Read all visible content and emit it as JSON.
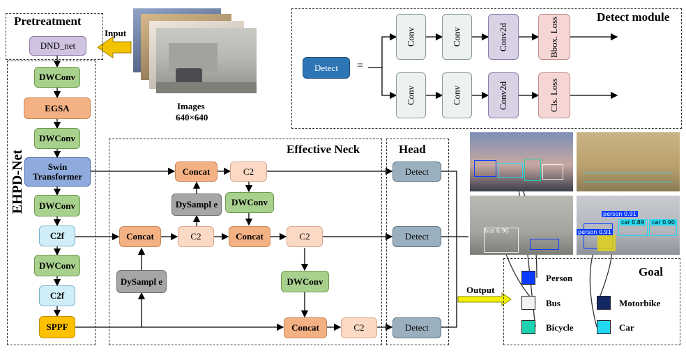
{
  "regions": {
    "pretreatment": "Pretreatment",
    "backbone": "EHPD-Net",
    "neck": "Effective Neck",
    "head": "Head",
    "detect_module": "Detect  module",
    "goal": "Goal"
  },
  "pretreatment": {
    "dnd_net": "DND_net",
    "input_label": "Input"
  },
  "images": {
    "caption": "Images",
    "size": "640×640"
  },
  "backbone": {
    "dwconv1": "DWConv",
    "egsa": "EGSA",
    "dwconv2": "DWConv",
    "swin": "Swin Transformer",
    "dwconv3": "DWConv",
    "c2f1": "C2f",
    "dwconv4": "DWConv",
    "c2f2": "C2f",
    "sppf": "SPPF"
  },
  "neck": {
    "concat_top": "Concat",
    "c2_top": "C2",
    "dysample_upper": "DySampl e",
    "dwconv_mid": "DWConv",
    "concat_left": "Concat",
    "c2_mid_left": "C2",
    "concat_mid": "Concat",
    "c2_mid_right": "C2",
    "dysample_lower": "DySampl e",
    "dwconv_lower": "DWConv",
    "concat_bottom": "Concat",
    "c2_bottom": "C2"
  },
  "head": {
    "detect1": "Detect",
    "detect2": "Detect",
    "detect3": "Detect"
  },
  "detect_module": {
    "detect": "Detect",
    "equals": "=",
    "top": {
      "conv1": "Conv",
      "conv2": "Conv",
      "conv2d": "Conv2d",
      "loss": "Bbox. Loss"
    },
    "bottom": {
      "conv1": "Conv",
      "conv2": "Conv",
      "conv2d": "Conv2d",
      "loss": "Cls. Loss"
    }
  },
  "output_label": "Output",
  "detections": {
    "panel3": [
      "bus 0.90"
    ],
    "panel4": [
      "person 0.91",
      "car 0.89",
      "car 0.90",
      "person 0.91"
    ]
  },
  "goal": {
    "classes": [
      {
        "name": "Person",
        "color": "#0a3cff"
      },
      {
        "name": "Bus",
        "color": "#f2f2f2"
      },
      {
        "name": "Bicycle",
        "color": "#1fd3b0"
      },
      {
        "name": "Motorbike",
        "color": "#142866"
      },
      {
        "name": "Car",
        "color": "#22d7f0"
      }
    ]
  }
}
